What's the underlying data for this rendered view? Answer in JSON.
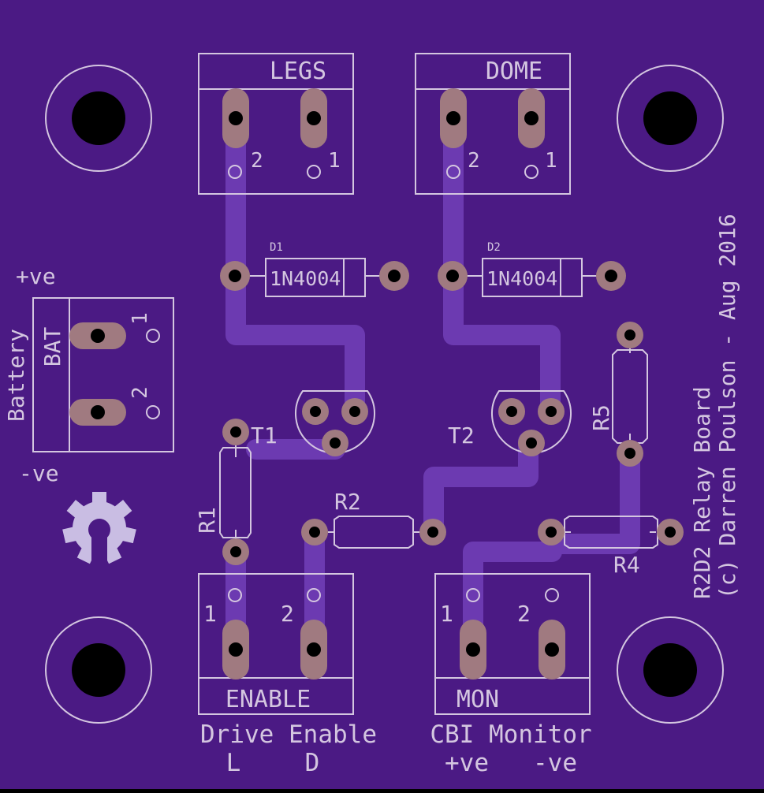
{
  "board": {
    "title": "R2D2 Relay Board",
    "credit": "(c) Darren Poulson - Aug 2016",
    "colors": {
      "substrate": "#4b1a84",
      "trace": "#6c3ab1",
      "silkscreen": "#d4c6e0",
      "pad": "#a07a80",
      "drill": "#000000"
    }
  },
  "connectors": {
    "legs": {
      "label": "LEGS",
      "pin2": "2",
      "pin1": "1"
    },
    "dome": {
      "label": "DOME",
      "pin2": "2",
      "pin1": "1"
    },
    "battery": {
      "label": "BAT",
      "pin1": "1",
      "pin2": "2",
      "side_label": "Battery",
      "plus": "+ve",
      "minus": "-ve"
    },
    "enable": {
      "label": "ENABLE",
      "pin1": "1",
      "pin2": "2",
      "caption_line1": "Drive Enable",
      "caption_left": "L",
      "caption_right": "D"
    },
    "mon": {
      "label": "MON",
      "pin1": "1",
      "pin2": "2",
      "caption_line1": "CBI Monitor",
      "caption_left": "+ve",
      "caption_right": "-ve"
    }
  },
  "components": {
    "d1": {
      "ref": "D1",
      "value": "1N4004"
    },
    "d2": {
      "ref": "D2",
      "value": "1N4004"
    },
    "t1": {
      "ref": "T1"
    },
    "t2": {
      "ref": "T2"
    },
    "r1": {
      "ref": "R1"
    },
    "r2": {
      "ref": "R2"
    },
    "r4": {
      "ref": "R4"
    },
    "r5": {
      "ref": "R5"
    }
  },
  "icons": {
    "mount_holes": "mounting-hole-icon",
    "logo": "open-hardware-gear-icon"
  }
}
